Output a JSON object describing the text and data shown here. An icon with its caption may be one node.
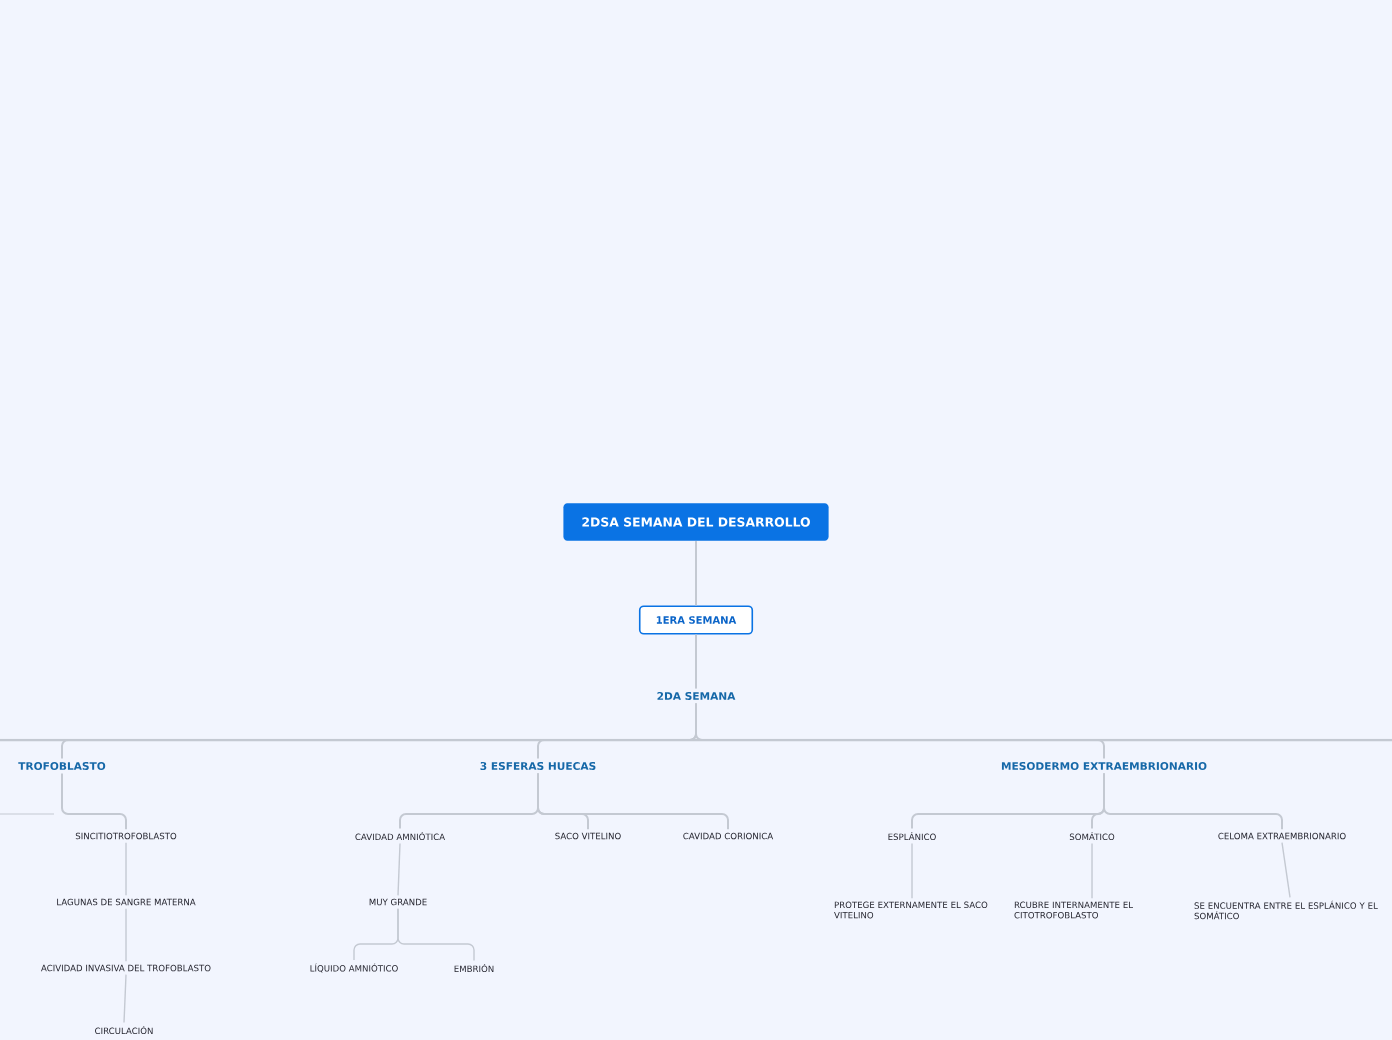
{
  "diagram": {
    "nodes": [
      {
        "text": [
          "2DSA SEMANA DEL DESARROLLO"
        ]
      },
      {
        "text": [
          "1ERA SEMANA"
        ]
      },
      {
        "text": [
          "2DA SEMANA"
        ]
      },
      {
        "text": [
          "TROFOBLASTO"
        ]
      },
      {
        "text": [
          "3 ESFERAS HUECAS"
        ]
      },
      {
        "text": [
          "MESODERMO EXTRAEMBRIONARIO"
        ]
      },
      {
        "text": [
          "SINCITIOTROFOBLASTO"
        ]
      },
      {
        "text": [
          "LAGUNAS DE SANGRE MATERNA"
        ]
      },
      {
        "text": [
          "ACIVIDAD INVASIVA DEL TROFOBLASTO"
        ]
      },
      {
        "text": [
          "CIRCULACIÓN"
        ]
      },
      {
        "text": [
          "CAVIDAD AMNIÓTICA"
        ]
      },
      {
        "text": [
          "SACO VITELINO"
        ]
      },
      {
        "text": [
          "CAVIDAD CORIONICA"
        ]
      },
      {
        "text": [
          "MUY GRANDE"
        ]
      },
      {
        "text": [
          "LÍQUIDO AMNIÓTICO"
        ]
      },
      {
        "text": [
          "EMBRIÓN"
        ]
      },
      {
        "text": [
          "ESPLÁNICO"
        ]
      },
      {
        "text": [
          "SOMÁTICO"
        ]
      },
      {
        "text": [
          "CELOMA EXTRAEMBRIONARIO"
        ]
      },
      {
        "text": [
          "PROTEGE EXTERNAMENTE EL SACO VITELINO"
        ]
      },
      {
        "text": [
          "RCUBRE INTERNAMENTE EL CITOTROFOBLASTO"
        ]
      },
      {
        "text": [
          "SE ENCUENTRA ENTRE EL ESPLÁNICO Y EL SOMÁTICO"
        ]
      }
    ],
    "edges": [
      {
        "from": 0,
        "to": 1,
        "arrow": "none"
      },
      {
        "from": 1,
        "to": 2,
        "arrow": "none"
      },
      {
        "from": 2,
        "to": 3,
        "arrow": "none"
      },
      {
        "from": 2,
        "to": 4,
        "arrow": "none"
      },
      {
        "from": 2,
        "to": 5,
        "arrow": "none"
      },
      {
        "from": 3,
        "to": 6,
        "arrow": "none"
      },
      {
        "from": 6,
        "to": 7,
        "arrow": "none"
      },
      {
        "from": 7,
        "to": 8,
        "arrow": "none"
      },
      {
        "from": 8,
        "to": 9,
        "arrow": "none"
      },
      {
        "from": 4,
        "to": 10,
        "arrow": "none"
      },
      {
        "from": 4,
        "to": 11,
        "arrow": "none"
      },
      {
        "from": 4,
        "to": 12,
        "arrow": "none"
      },
      {
        "from": 10,
        "to": 13,
        "arrow": "none"
      },
      {
        "from": 13,
        "to": 14,
        "arrow": "none"
      },
      {
        "from": 13,
        "to": 15,
        "arrow": "none"
      },
      {
        "from": 5,
        "to": 16,
        "arrow": "none"
      },
      {
        "from": 5,
        "to": 17,
        "arrow": "none"
      },
      {
        "from": 5,
        "to": 18,
        "arrow": "none"
      },
      {
        "from": 16,
        "to": 19,
        "arrow": "none"
      },
      {
        "from": 17,
        "to": 20,
        "arrow": "none"
      },
      {
        "from": 18,
        "to": 21,
        "arrow": "none"
      }
    ]
  }
}
